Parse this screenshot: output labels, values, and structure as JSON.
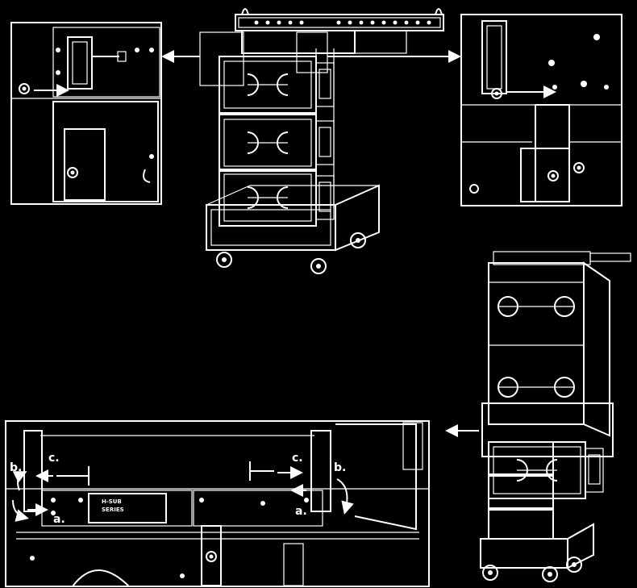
{
  "labels": {
    "left_a": "a.",
    "left_b": "b.",
    "left_c": "c.",
    "right_a": "a.",
    "right_b": "b.",
    "right_c": "c."
  },
  "plates": {
    "brand": "H-SUB",
    "model": "SERIES"
  },
  "colors": {
    "background": "#000000",
    "line": "#ffffff"
  }
}
